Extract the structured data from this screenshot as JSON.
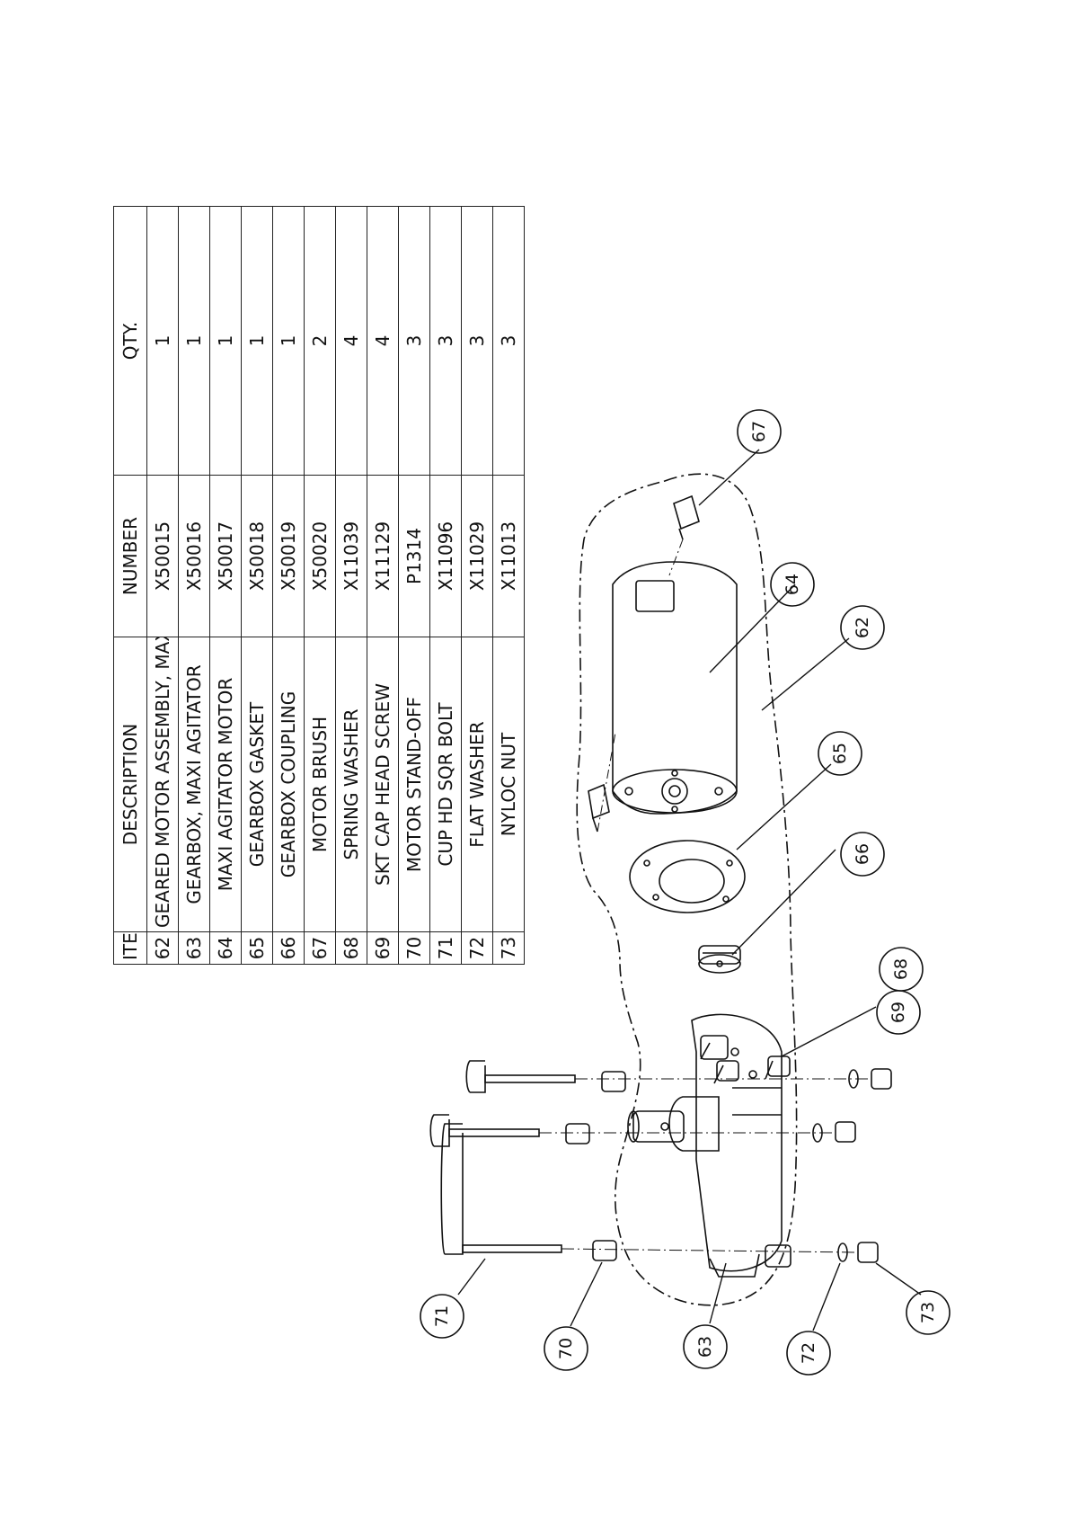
{
  "table": {
    "headers": {
      "item": "ITEM",
      "description": "DESCRIPTION",
      "number": "NUMBER",
      "qty": "QTY."
    },
    "rows": [
      {
        "item": "62",
        "description": "GEARED MOTOR ASSEMBLY, MAXI AGITATOR",
        "number": "X50015",
        "qty": "1"
      },
      {
        "item": "63",
        "description": "GEARBOX, MAXI AGITATOR",
        "number": "X50016",
        "qty": "1"
      },
      {
        "item": "64",
        "description": "MAXI AGITATOR MOTOR",
        "number": "X50017",
        "qty": "1"
      },
      {
        "item": "65",
        "description": "GEARBOX GASKET",
        "number": "X50018",
        "qty": "1"
      },
      {
        "item": "66",
        "description": "GEARBOX COUPLING",
        "number": "X50019",
        "qty": "1"
      },
      {
        "item": "67",
        "description": "MOTOR BRUSH",
        "number": "X50020",
        "qty": "2"
      },
      {
        "item": "68",
        "description": "SPRING WASHER",
        "number": "X11039",
        "qty": "4"
      },
      {
        "item": "69",
        "description": "SKT CAP HEAD SCREW",
        "number": "X11129",
        "qty": "4"
      },
      {
        "item": "70",
        "description": "MOTOR STAND-OFF",
        "number": "P1314",
        "qty": "3"
      },
      {
        "item": "71",
        "description": "CUP HD SQR BOLT",
        "number": "X11096",
        "qty": "3"
      },
      {
        "item": "72",
        "description": "FLAT WASHER",
        "number": "X11029",
        "qty": "3"
      },
      {
        "item": "73",
        "description": "NYLOC NUT",
        "number": "X11013",
        "qty": "3"
      }
    ]
  },
  "balloons": {
    "b62": "62",
    "b63": "63",
    "b64": "64",
    "b65": "65",
    "b66": "66",
    "b67": "67",
    "b68": "68",
    "b69": "69",
    "b70": "70",
    "b71": "71",
    "b72": "72",
    "b73": "73"
  }
}
